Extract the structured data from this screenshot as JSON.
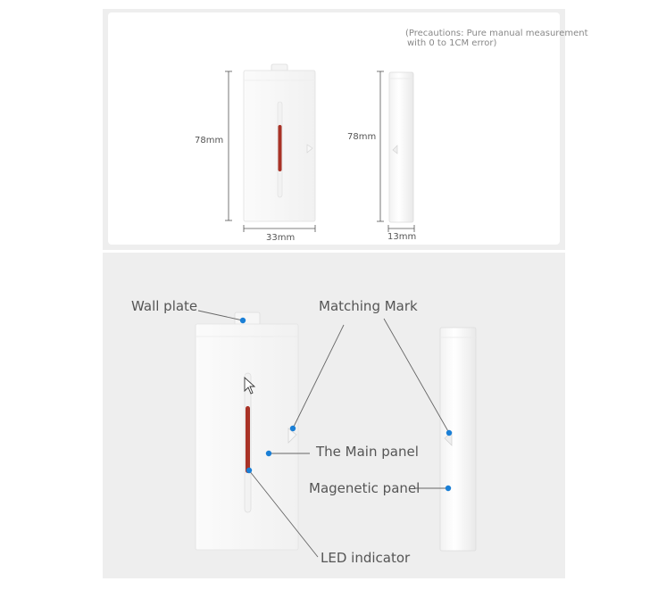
{
  "precaution": {
    "line1": "(Precautions: Pure manual measurement",
    "line2": "with 0 to 1CM error)"
  },
  "dimensions": {
    "front_height": "78mm",
    "front_width": "33mm",
    "side_height": "78mm",
    "side_width": "13mm"
  },
  "labels": {
    "wall_plate": "Wall plate",
    "matching_mark": "Matching Mark",
    "main_panel": "The Main panel",
    "magnetic_panel": "Magenetic panel",
    "led_indicator": "LED indicator"
  },
  "colors": {
    "led": "#a93226",
    "callout_dot": "#1a7fd6",
    "background_panel": "#eeeeee"
  }
}
